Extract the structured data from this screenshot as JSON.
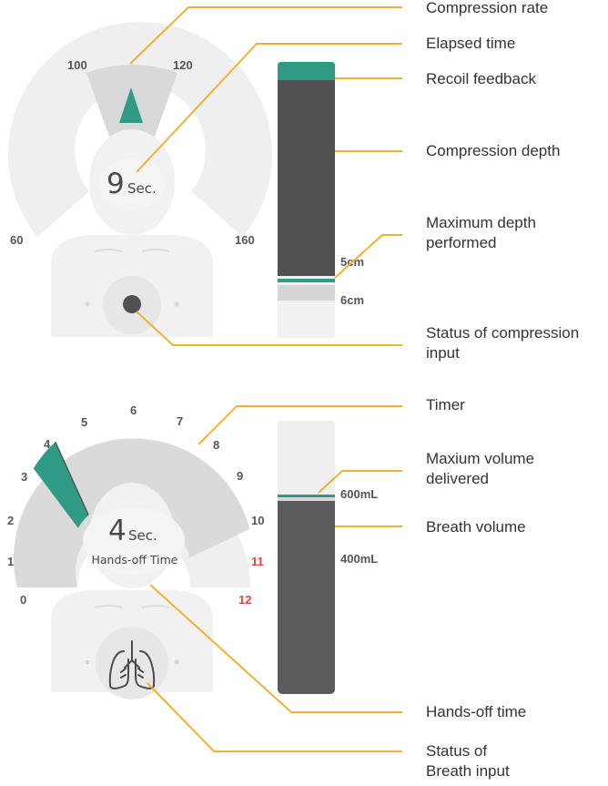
{
  "colors": {
    "teal": "#2f9a85",
    "dark": "#4f5153",
    "light_gray": "#efefef",
    "mid_gray": "#d8d8d8",
    "callout_line": "#f0b230",
    "warning_red": "#d9453b"
  },
  "compression": {
    "gauge_labels": {
      "g60": "60",
      "g100": "100",
      "g120": "120",
      "g160": "160"
    },
    "elapsed_value": "9",
    "elapsed_unit": "Sec.",
    "depth_labels": {
      "d5": "5cm",
      "d6": "6cm"
    }
  },
  "ventilation": {
    "timer_labels": [
      "0",
      "1",
      "2",
      "3",
      "4",
      "5",
      "6",
      "7",
      "8",
      "9",
      "10",
      "11",
      "12"
    ],
    "timer_warning_labels": [
      "11",
      "12"
    ],
    "hands_off_value": "4",
    "hands_off_unit": "Sec.",
    "hands_off_caption": "Hands-off Time",
    "volume_labels": {
      "v600": "600mL",
      "v400": "400mL"
    }
  },
  "callouts": {
    "compression_rate": "Compression rate",
    "elapsed_time": "Elapsed time",
    "recoil_feedback": "Recoil feedback",
    "compression_depth": "Compression depth",
    "maximum_depth_performed": "Maximum depth performed",
    "status_compression_input": "Status of compression input",
    "timer": "Timer",
    "maximum_volume_delivered": "Maxium volume delivered",
    "breath_volume": "Breath volume",
    "hands_off_time": "Hands-off time",
    "status_breath_input": "Status of Breath input"
  }
}
